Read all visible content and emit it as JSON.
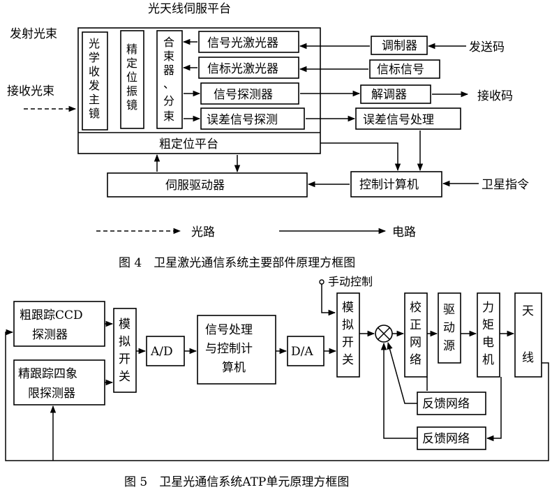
{
  "figure4": {
    "platform_title": "光天线伺服平台",
    "tx_beam": "发射光束",
    "rx_beam": "接收光束",
    "optics": "光学收发主镜",
    "fine_pointing": "精定位振镜",
    "combiner": "合束器、分束",
    "signal_laser": "信号光激光器",
    "beacon_laser": "信标光激光器",
    "signal_detector": "信号探测器",
    "error_detector": "误差信号探测",
    "coarse_platform": "粗定位平台",
    "modulator": "调制器",
    "send_code": "发送码",
    "beacon_signal": "信标信号",
    "demodulator": "解调器",
    "recv_code": "接收码",
    "error_processing": "误差信号处理",
    "servo_driver": "伺服驱动器",
    "control_computer": "控制计算机",
    "satellite_cmd": "卫星指令",
    "legend_optical": "光路",
    "legend_electrical": "电路",
    "caption": "图 4　卫星激光通信系统主要部件原理方框图"
  },
  "figure5": {
    "ccd": "粗跟踪CCD探测器",
    "quadrant": "精跟踪四象限探测器",
    "analog_switch_1": "模拟开关",
    "ad": "A/D",
    "processor": "信号处理与控制计算机",
    "da": "D/A",
    "manual_control": "手动控制",
    "analog_switch_2": "模拟开关",
    "correction": "校正网络",
    "drive_source": "驱动源",
    "torque_motor": "力矩电机",
    "antenna": "天线",
    "feedback_1": "反馈网络",
    "feedback_2": "反馈网络",
    "caption": "图 5　卫星光通信系统ATP单元原理方框图"
  }
}
